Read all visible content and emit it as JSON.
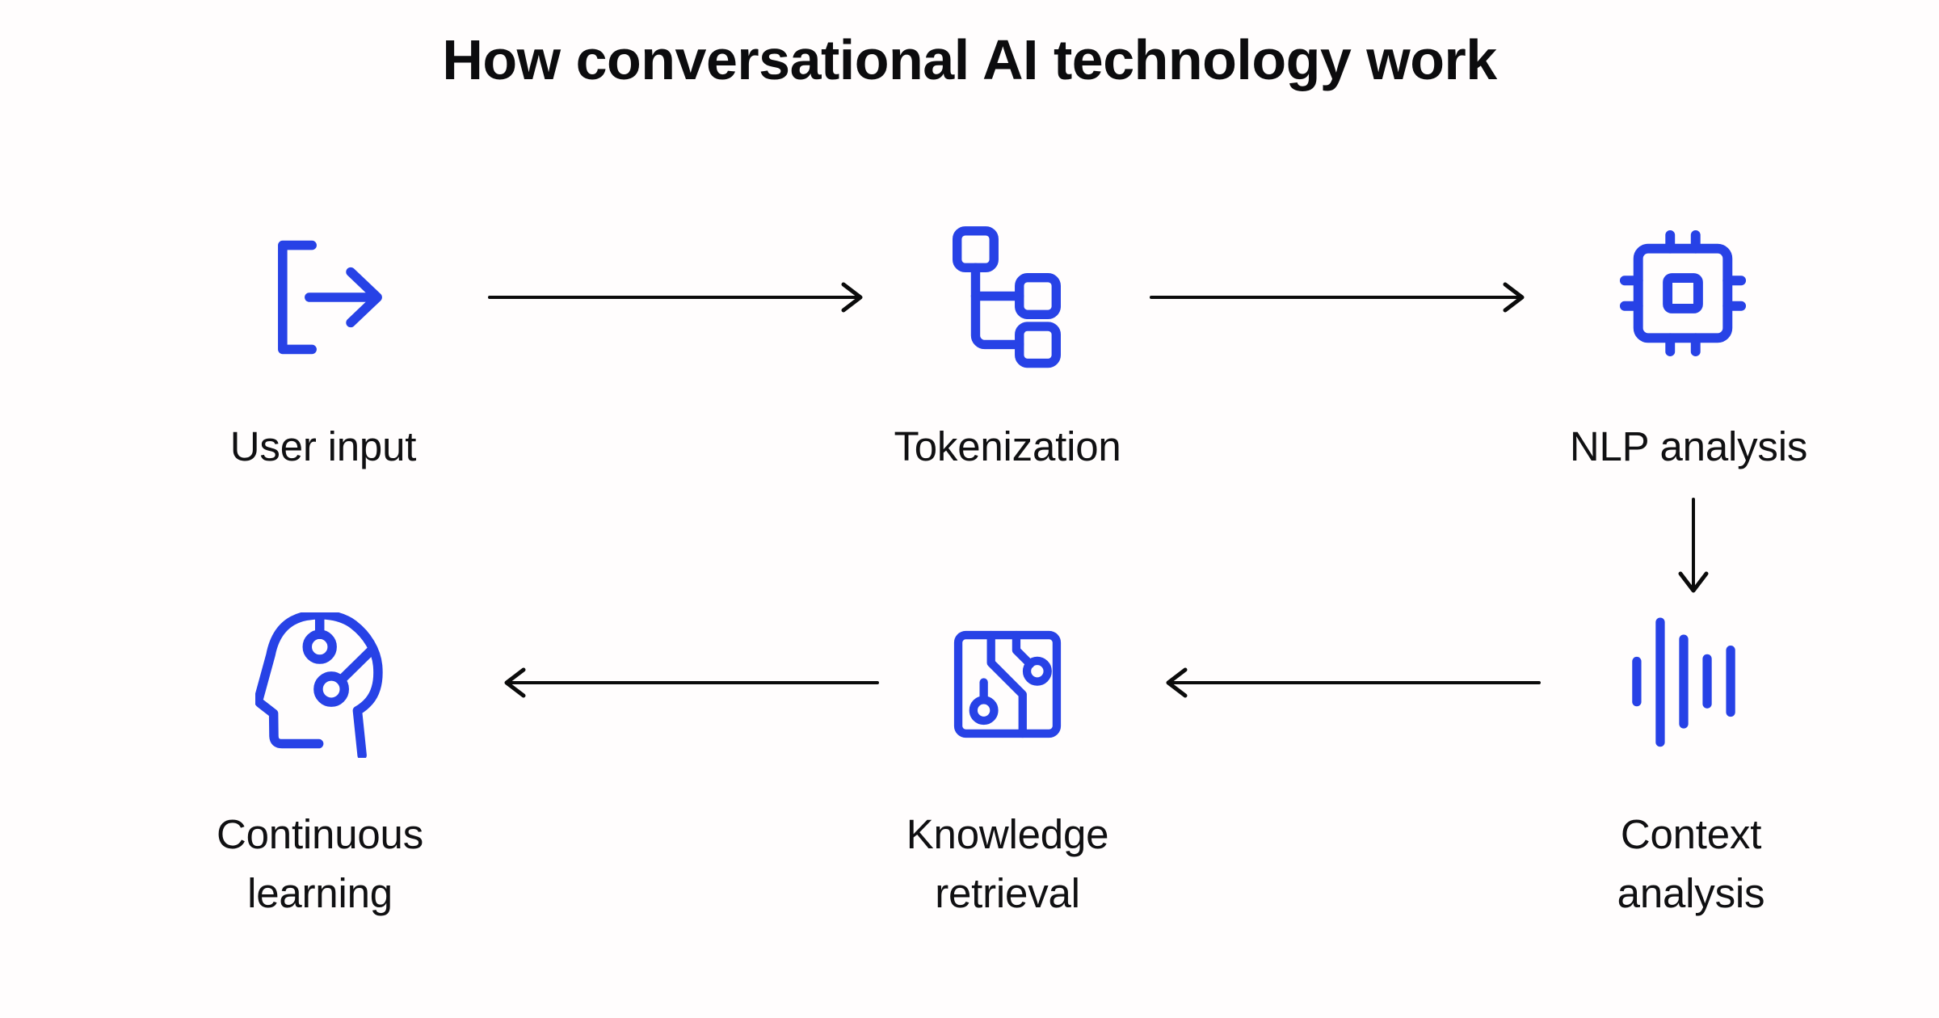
{
  "title": "How conversational AI technology work",
  "colors": {
    "accent": "#2742e6",
    "ink": "#0e0e10",
    "background": "#fffdfd"
  },
  "steps": [
    {
      "id": "user-input",
      "icon": "user-input-icon",
      "lines": [
        "User input"
      ]
    },
    {
      "id": "tokenization",
      "icon": "tokenization-tree-icon",
      "lines": [
        "Tokenization"
      ]
    },
    {
      "id": "nlp-analysis",
      "icon": "cpu-chip-icon",
      "lines": [
        "NLP analysis"
      ]
    },
    {
      "id": "context-analysis",
      "icon": "audio-waveform-icon",
      "lines": [
        "Context",
        "analysis"
      ]
    },
    {
      "id": "knowledge-retrieval",
      "icon": "circuit-board-icon",
      "lines": [
        "Knowledge",
        "retrieval"
      ]
    },
    {
      "id": "continuous-learning",
      "icon": "ai-head-icon",
      "lines": [
        "Continuous",
        "learning"
      ]
    }
  ],
  "flow": {
    "connections": [
      {
        "from": "user-input",
        "to": "tokenization",
        "direction": "right"
      },
      {
        "from": "tokenization",
        "to": "nlp-analysis",
        "direction": "right"
      },
      {
        "from": "nlp-analysis",
        "to": "context-analysis",
        "direction": "down"
      },
      {
        "from": "context-analysis",
        "to": "knowledge-retrieval",
        "direction": "left"
      },
      {
        "from": "knowledge-retrieval",
        "to": "continuous-learning",
        "direction": "left"
      }
    ]
  }
}
